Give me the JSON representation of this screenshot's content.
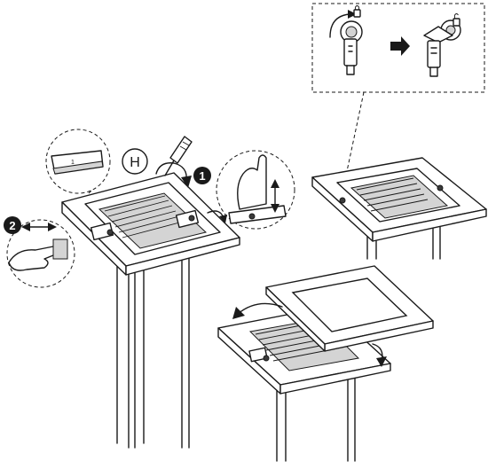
{
  "step1": {
    "number": "1"
  },
  "step2": {
    "number": "2"
  },
  "tool_label": "H",
  "detail_number": "1",
  "colors": {
    "line": "#1a1a1a",
    "screen_grey": "#d4d4d4",
    "badge": "#1a1a1a",
    "background": "#ffffff"
  },
  "icons": [
    "screwdriver-icon",
    "rotate-arrow-icon",
    "padlock-icon",
    "key-icon",
    "push-arrow-icon",
    "right-arrow-icon",
    "hand-icon"
  ]
}
